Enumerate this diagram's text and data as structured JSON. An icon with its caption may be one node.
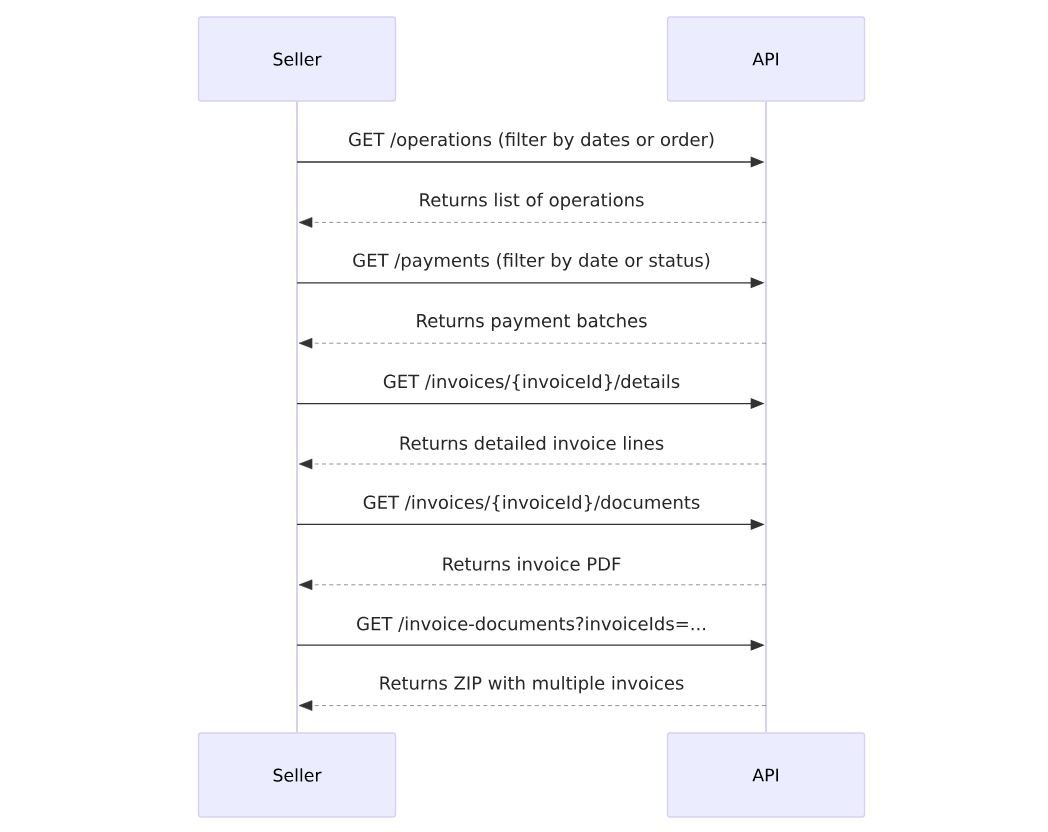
{
  "diagram": {
    "nodes": [
      {
        "text": [
          "Seller"
        ]
      },
      {
        "text": [
          "API"
        ]
      },
      {
        "text": [
          "Seller"
        ]
      },
      {
        "text": [
          "API"
        ]
      }
    ],
    "edges": [
      {
        "from": 0,
        "to": 1,
        "arrow": "to",
        "label": "GET /operations (filter by dates or order)"
      },
      {
        "from": 1,
        "to": 0,
        "arrow": "to",
        "style": "dashed",
        "label": "Returns list of operations"
      },
      {
        "from": 0,
        "to": 1,
        "arrow": "to",
        "label": "GET /payments (filter by date or status)"
      },
      {
        "from": 1,
        "to": 0,
        "arrow": "to",
        "style": "dashed",
        "label": "Returns payment batches"
      },
      {
        "from": 0,
        "to": 1,
        "arrow": "to",
        "label": "GET /invoices/{invoiceId}/details"
      },
      {
        "from": 1,
        "to": 0,
        "arrow": "to",
        "style": "dashed",
        "label": "Returns detailed invoice lines"
      },
      {
        "from": 0,
        "to": 1,
        "arrow": "to",
        "label": "GET /invoices/{invoiceId}/documents"
      },
      {
        "from": 1,
        "to": 0,
        "arrow": "to",
        "style": "dashed",
        "label": "Returns invoice PDF"
      },
      {
        "from": 0,
        "to": 1,
        "arrow": "to",
        "label": "GET /invoice-documents?invoiceIds=..."
      },
      {
        "from": 1,
        "to": 0,
        "arrow": "to",
        "style": "dashed",
        "label": "Returns ZIP with multiple invoices"
      }
    ]
  }
}
